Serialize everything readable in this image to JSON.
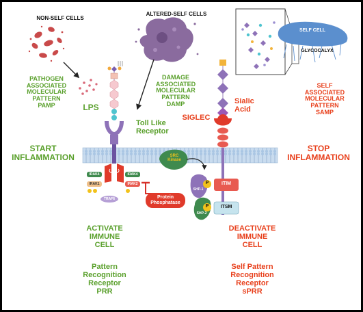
{
  "labels": {
    "non_self": "NON-SELF CELLS",
    "altered_self": "ALTERED-SELF CELLS",
    "self_cell": "SELF CELL",
    "glycocalyx": "GLYCOCALYX",
    "pamp_line1": "PATHOGEN",
    "pamp_line2": "ASSOCIATED",
    "pamp_line3": "MOLECULAR",
    "pamp_line4": "PATTERN",
    "pamp_line5": "PAMP",
    "lps": "LPS",
    "damp_line1": "DAMAGE",
    "damp_line2": "ASSOCIATED",
    "damp_line3": "MOLECULAR",
    "damp_line4": "PATTERN",
    "damp_line5": "DAMP",
    "tlr_line1": "Toll Like",
    "tlr_line2": "Receptor",
    "siglec": "SIGLEC",
    "sialic_line1": "Sialic",
    "sialic_line2": "Acid",
    "samp_line1": "SELF",
    "samp_line2": "ASSOCIATED",
    "samp_line3": "MOLECULAR",
    "samp_line4": "PATTERN",
    "samp_line5": "SAMP",
    "start_line1": "START",
    "start_line2": "INFLAMMATION",
    "stop_line1": "STOP",
    "stop_line2": "INFLAMMATION",
    "src_line1": "SRC",
    "src_line2": "Kinase",
    "shp1": "SHP-1",
    "shp2": "SHP-2",
    "p": "P",
    "itim": "ITIM",
    "itsm": "ITSM",
    "phos_line1": "Protein",
    "phos_line2": "Phosphatase",
    "irak4": "IRAK4",
    "irak1": "IRAK1",
    "irak2": "IRAK2",
    "traf6": "TRAF6",
    "act_line1": "ACTIVATE",
    "act_line2": "IMMUNE",
    "act_line3": "CELL",
    "prr_line1": "Pattern",
    "prr_line2": "Recognition",
    "prr_line3": "Receptor",
    "prr_line4": "PRR",
    "deact_line1": "DEACTIVATE",
    "deact_line2": "IMMUNE",
    "deact_line3": "CELL",
    "sprr_line1": "Self Pattern",
    "sprr_line2": "Recognition",
    "sprr_line3": "Receptor",
    "sprr_line4": "sPRR"
  },
  "colors": {
    "green_text": "#5aa02c",
    "red_text": "#e8401c",
    "membrane": "#b9d3ec",
    "receptor_purple": "#8e72b8",
    "siglec_red": "#e03a2a",
    "src_green": "#3f8a4e",
    "itim_red": "#e85a50",
    "itsm_blue": "#c6e4ee",
    "yellow_p": "#f2c21b"
  }
}
